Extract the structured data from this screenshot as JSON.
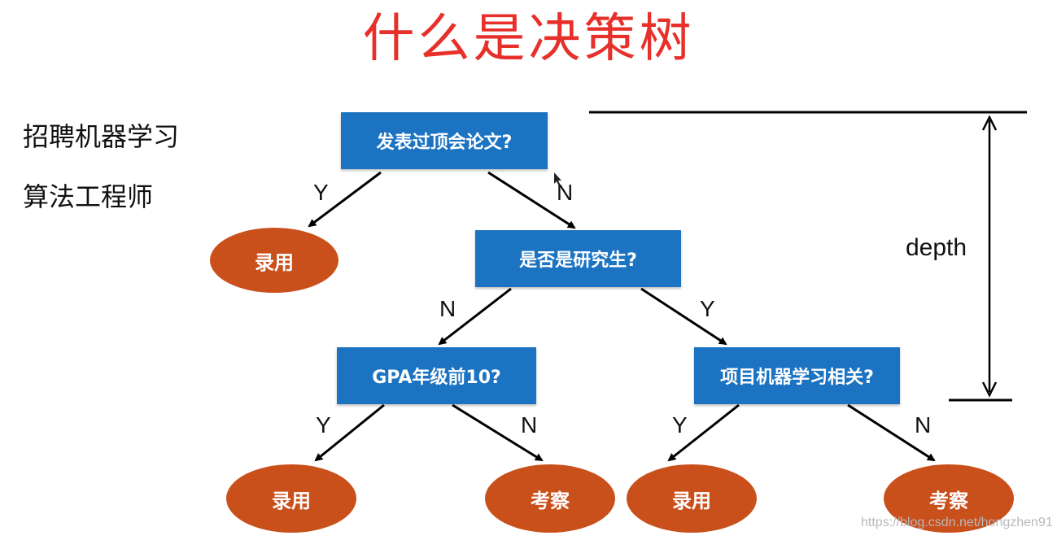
{
  "title": "什么是决策树",
  "side_text": [
    "招聘机器学习",
    "算法工程师"
  ],
  "nodes": {
    "root": "发表过顶会论文?",
    "grad": "是否是研究生?",
    "gpa": "GPA年级前10?",
    "proj": "项目机器学习相关?"
  },
  "leaves": {
    "hire1": "录用",
    "hire2": "录用",
    "consider1": "考察",
    "hire3": "录用",
    "consider2": "考察"
  },
  "edge_labels": {
    "root_y": "Y",
    "root_n": "N",
    "grad_n": "N",
    "grad_y": "Y",
    "gpa_y": "Y",
    "gpa_n": "N",
    "proj_y": "Y",
    "proj_n": "N"
  },
  "depth_label": "depth",
  "watermark": "https://blog.csdn.net/hongzhen91",
  "colors": {
    "title": "#e8302a",
    "decision_box": "#1b73c2",
    "leaf": "#c94f1b"
  }
}
